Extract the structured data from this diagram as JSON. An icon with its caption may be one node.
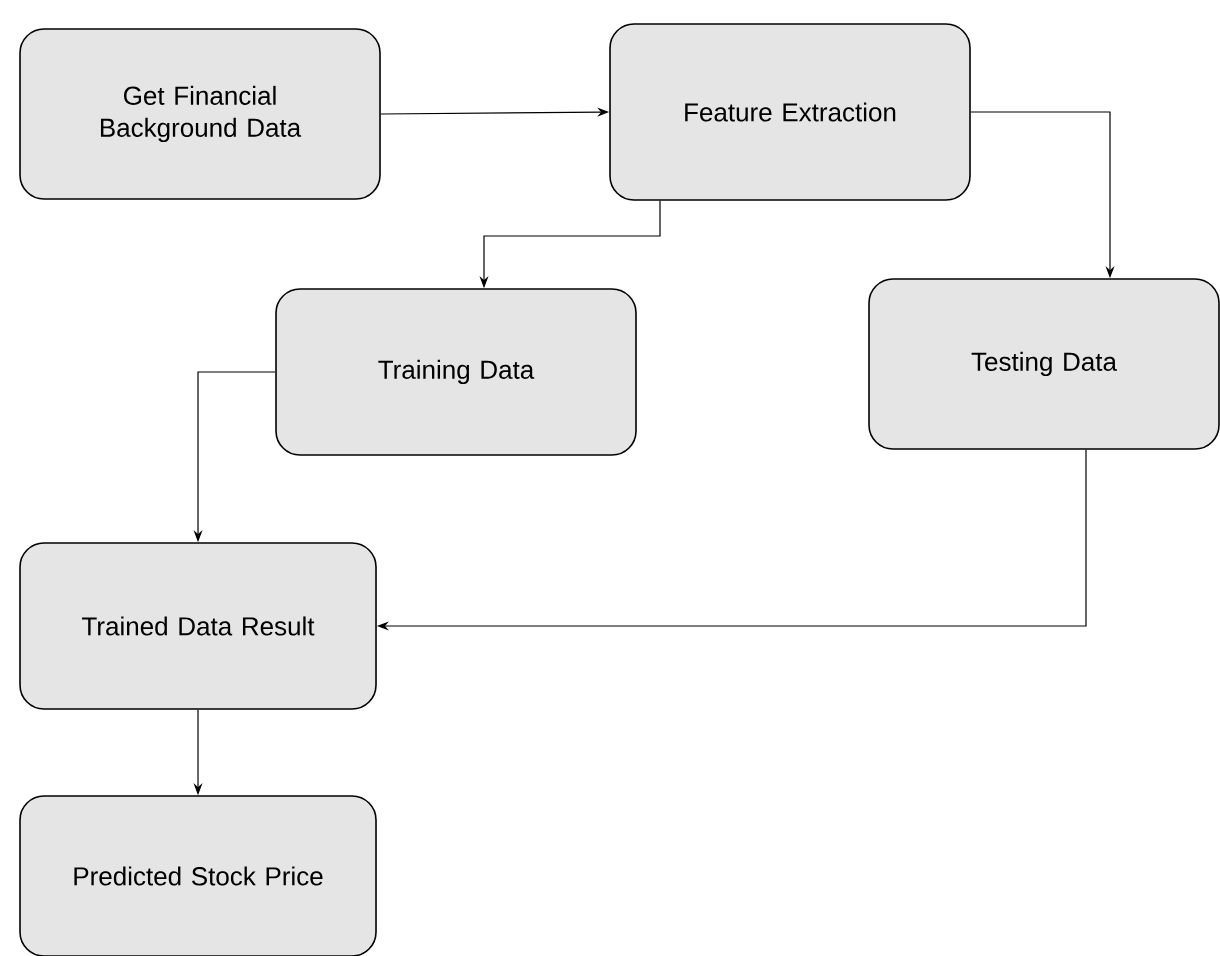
{
  "diagram": {
    "nodes": [
      {
        "text": [
          "Get Financial Background Data"
        ]
      },
      {
        "text": [
          "Feature Extraction"
        ]
      },
      {
        "text": [
          "Training Data"
        ]
      },
      {
        "text": [
          "Testing Data"
        ]
      },
      {
        "text": [
          "Trained Data Result"
        ]
      },
      {
        "text": [
          "Predicted Stock Price"
        ]
      }
    ],
    "edges": [
      {
        "from": 0,
        "to": 1,
        "arrow": "to"
      },
      {
        "from": 1,
        "to": 2,
        "arrow": "to"
      },
      {
        "from": 1,
        "to": 3,
        "arrow": "to"
      },
      {
        "from": 2,
        "to": 4,
        "arrow": "to"
      },
      {
        "from": 3,
        "to": 4,
        "arrow": "to"
      },
      {
        "from": 4,
        "to": 5,
        "arrow": "to"
      }
    ]
  }
}
